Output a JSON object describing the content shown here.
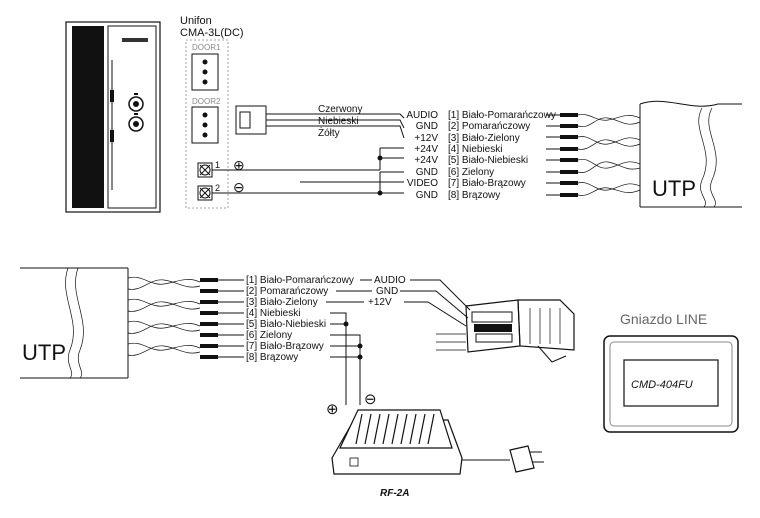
{
  "intercom": {
    "brand_line1": "Unifon",
    "brand_line2": "CMA-3L(DC)",
    "door1": "DOOR1",
    "door2": "DOOR2",
    "term1": "1",
    "term2": "2",
    "plus": "⊕",
    "minus": "⊖"
  },
  "handset_wires": [
    "Czerwony",
    "Niebieski",
    "Żółty"
  ],
  "top_signals": [
    "AUDIO",
    "GND",
    "+12V",
    "+24V",
    "+24V",
    "GND",
    "VIDEO",
    "GND"
  ],
  "top_cable_pairs": [
    "[1] Biało-Pomarańczowy",
    "[2] Pomarańczowy",
    "[3] Biało-Zielony",
    "[4] Niebieski",
    "[5] Biało-Niebieski",
    "[6] Zielony",
    "[7] Biało-Brązowy",
    "[8] Brązowy"
  ],
  "top_cable_label": "UTP",
  "bottom_cable_label": "UTP",
  "bottom_cable_pairs": [
    "[1] Biało-Pomarańczowy",
    "[2] Pomarańczowy",
    "[3] Biało-Zielony",
    "[4] Niebieski",
    "[5] Biało-Niebieski",
    "[6] Zielony",
    "[7] Biało-Brązowy",
    "[8] Brązowy"
  ],
  "bottom_signals": [
    "AUDIO",
    "GND",
    "+12V"
  ],
  "socket": {
    "title": "Gniazdo LINE",
    "model": "CMD-404FU"
  },
  "power_supply": {
    "model": "RF-2A",
    "plus": "⊕",
    "minus": "⊖"
  },
  "colors": {
    "line": "#111111",
    "label_gray": "#888888",
    "background": "#ffffff"
  }
}
